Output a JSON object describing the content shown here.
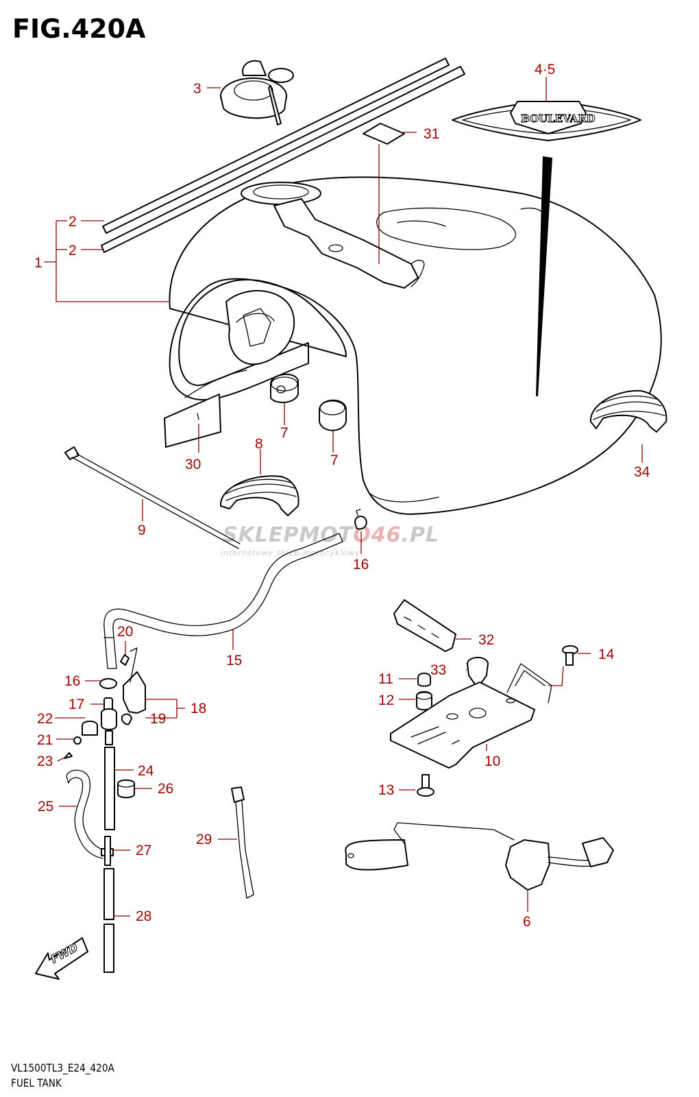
{
  "figure": {
    "title": "FIG.420A",
    "model_code": "VL1500TL3_E24_420A",
    "caption": "FUEL TANK"
  },
  "watermark": {
    "brand_left": "SKLEPMOT",
    "brand_highlight": "O46",
    "brand_suffix": ".PL",
    "tagline": "internetowy sklep motocyklowy"
  },
  "emblem_text": "BOULEVARD",
  "fwd_text": "FWD",
  "colors": {
    "callout": "#a00000",
    "line": "#000000",
    "watermark": "#c9c9c9"
  },
  "callouts": [
    {
      "id": "c1",
      "text": "1"
    },
    {
      "id": "c2a",
      "text": "2"
    },
    {
      "id": "c2b",
      "text": "2"
    },
    {
      "id": "c3",
      "text": "3"
    },
    {
      "id": "c45",
      "text": "4·5"
    },
    {
      "id": "c31",
      "text": "31"
    },
    {
      "id": "c7a",
      "text": "7"
    },
    {
      "id": "c7b",
      "text": "7"
    },
    {
      "id": "c30",
      "text": "30"
    },
    {
      "id": "c8",
      "text": "8"
    },
    {
      "id": "c34",
      "text": "34"
    },
    {
      "id": "c9",
      "text": "9"
    },
    {
      "id": "c16a",
      "text": "16"
    },
    {
      "id": "c15",
      "text": "15"
    },
    {
      "id": "c20",
      "text": "20"
    },
    {
      "id": "c16b",
      "text": "16"
    },
    {
      "id": "c17",
      "text": "17"
    },
    {
      "id": "c18",
      "text": "18"
    },
    {
      "id": "c19",
      "text": "19"
    },
    {
      "id": "c22",
      "text": "22"
    },
    {
      "id": "c21",
      "text": "21"
    },
    {
      "id": "c23",
      "text": "23"
    },
    {
      "id": "c24",
      "text": "24"
    },
    {
      "id": "c26",
      "text": "26"
    },
    {
      "id": "c25",
      "text": "25"
    },
    {
      "id": "c27",
      "text": "27"
    },
    {
      "id": "c28",
      "text": "28"
    },
    {
      "id": "c29",
      "text": "29"
    },
    {
      "id": "c32",
      "text": "32"
    },
    {
      "id": "c14",
      "text": "14"
    },
    {
      "id": "c33",
      "text": "33"
    },
    {
      "id": "c11",
      "text": "11"
    },
    {
      "id": "c12",
      "text": "12"
    },
    {
      "id": "c10",
      "text": "10"
    },
    {
      "id": "c13",
      "text": "13"
    },
    {
      "id": "c6",
      "text": "6"
    }
  ]
}
